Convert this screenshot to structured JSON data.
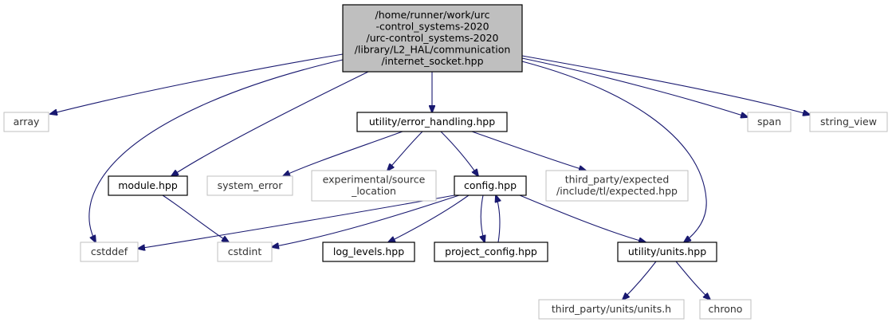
{
  "colors": {
    "edge": "#191970",
    "root_fill": "#bfbfbf",
    "root_border": "#000000",
    "node_border": "#000000",
    "external_border": "#bfbfbf",
    "node_fill": "#ffffff"
  },
  "nodes": [
    {
      "id": "root",
      "kind": "root",
      "lines": [
        "/home/runner/work/urc",
        "-control_systems-2020",
        "/urc-control_systems-2020",
        "/library/L2_HAL/communication",
        "/internet_socket.hpp"
      ]
    },
    {
      "id": "array",
      "kind": "external",
      "lines": [
        "array"
      ]
    },
    {
      "id": "error_handling",
      "kind": "local",
      "lines": [
        "utility/error_handling.hpp"
      ]
    },
    {
      "id": "span",
      "kind": "external",
      "lines": [
        "span"
      ]
    },
    {
      "id": "string_view",
      "kind": "external",
      "lines": [
        "string_view"
      ]
    },
    {
      "id": "module",
      "kind": "local",
      "lines": [
        "module.hpp"
      ]
    },
    {
      "id": "system_error",
      "kind": "external",
      "lines": [
        "system_error"
      ]
    },
    {
      "id": "source_location",
      "kind": "external",
      "lines": [
        "experimental/source",
        "_location"
      ]
    },
    {
      "id": "config",
      "kind": "local",
      "lines": [
        "config.hpp"
      ]
    },
    {
      "id": "expected",
      "kind": "external",
      "lines": [
        "third_party/expected",
        "/include/tl/expected.hpp"
      ]
    },
    {
      "id": "cstddef",
      "kind": "external",
      "lines": [
        "cstddef"
      ]
    },
    {
      "id": "cstdint",
      "kind": "external",
      "lines": [
        "cstdint"
      ]
    },
    {
      "id": "log_levels",
      "kind": "local",
      "lines": [
        "log_levels.hpp"
      ]
    },
    {
      "id": "project_config",
      "kind": "local",
      "lines": [
        "project_config.hpp"
      ]
    },
    {
      "id": "units",
      "kind": "local",
      "lines": [
        "utility/units.hpp"
      ]
    },
    {
      "id": "units_h",
      "kind": "external",
      "lines": [
        "third_party/units/units.h"
      ]
    },
    {
      "id": "chrono",
      "kind": "external",
      "lines": [
        "chrono"
      ]
    }
  ],
  "edges": [
    {
      "from": "root",
      "to": "array"
    },
    {
      "from": "root",
      "to": "cstddef"
    },
    {
      "from": "root",
      "to": "module"
    },
    {
      "from": "root",
      "to": "error_handling"
    },
    {
      "from": "root",
      "to": "span"
    },
    {
      "from": "root",
      "to": "string_view"
    },
    {
      "from": "root",
      "to": "units"
    },
    {
      "from": "error_handling",
      "to": "system_error"
    },
    {
      "from": "error_handling",
      "to": "source_location"
    },
    {
      "from": "error_handling",
      "to": "config"
    },
    {
      "from": "error_handling",
      "to": "expected"
    },
    {
      "from": "module",
      "to": "cstdint"
    },
    {
      "from": "config",
      "to": "cstddef"
    },
    {
      "from": "config",
      "to": "cstdint"
    },
    {
      "from": "config",
      "to": "log_levels"
    },
    {
      "from": "config",
      "to": "project_config"
    },
    {
      "from": "project_config",
      "to": "config"
    },
    {
      "from": "config",
      "to": "units"
    },
    {
      "from": "units",
      "to": "units_h"
    },
    {
      "from": "units",
      "to": "chrono"
    }
  ]
}
